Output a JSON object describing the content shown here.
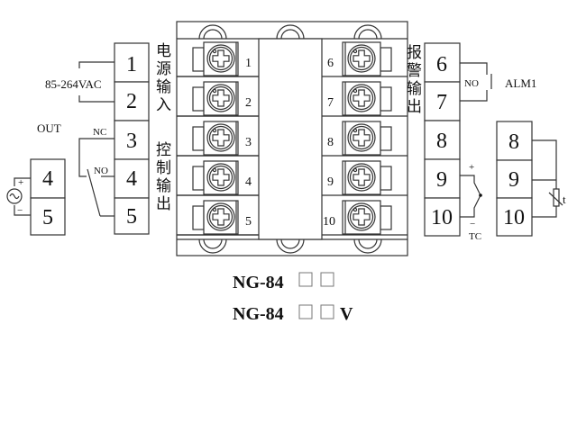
{
  "power": {
    "terminals": [
      "1",
      "2"
    ],
    "voltage_label": "85-264VAC",
    "caption_chars": [
      "电",
      "源",
      "输",
      "入"
    ]
  },
  "control_output": {
    "terminals": [
      "3",
      "4",
      "5"
    ],
    "nc_label": "NC",
    "no_label": "NO",
    "caption_chars": [
      "控",
      "制",
      "输",
      "出"
    ]
  },
  "out_block": {
    "title": "OUT",
    "terminals": [
      "4",
      "5"
    ],
    "plus": "+",
    "minus": "−"
  },
  "device": {
    "left_terminals": [
      "1",
      "2",
      "3",
      "4",
      "5"
    ],
    "right_terminals": [
      "6",
      "7",
      "8",
      "9",
      "10"
    ]
  },
  "alarm_output": {
    "terminals": [
      "6",
      "7"
    ],
    "no_label": "NO",
    "alarm_label": "ALM1",
    "caption_chars": [
      "报",
      "警",
      "输",
      "出"
    ]
  },
  "tc_input": {
    "terminals": [
      "8",
      "9",
      "10"
    ],
    "plus": "+",
    "minus": "−",
    "label": "TC"
  },
  "rtd_input": {
    "terminals": [
      "8",
      "9",
      "10"
    ],
    "label": "t"
  },
  "models": {
    "line1": "NG-84",
    "line1_suffix": "",
    "line2": "NG-84",
    "line2_suffix": "V"
  }
}
